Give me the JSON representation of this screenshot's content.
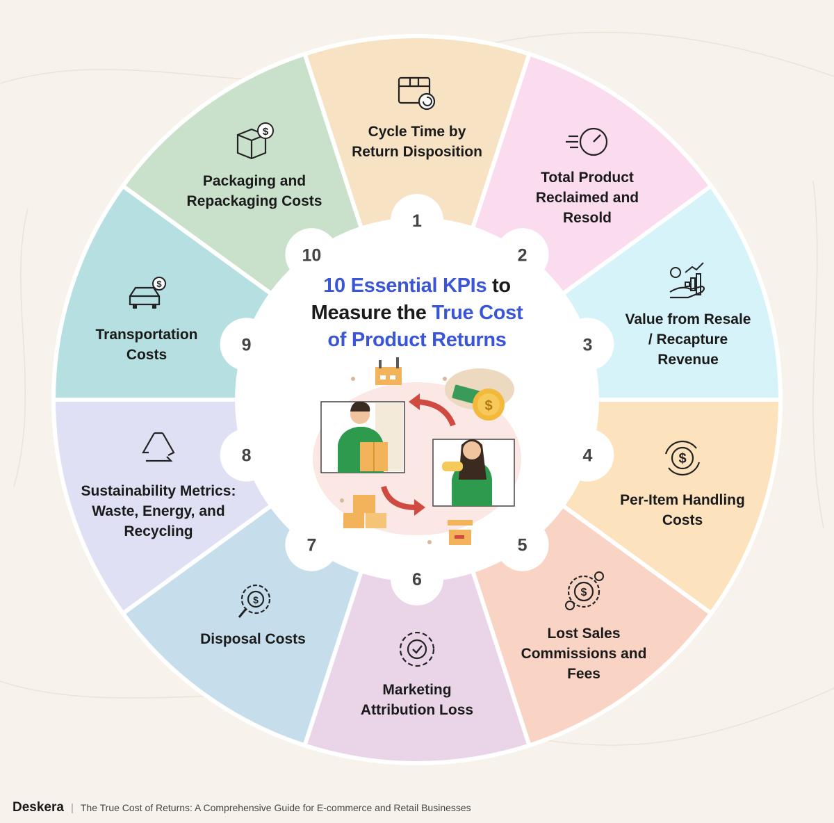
{
  "title": {
    "part1": "10 Essential KPIs",
    "part2": " to",
    "part3": "Measure the ",
    "part4": "True Cost",
    "part5": "of Product Returns"
  },
  "colors": {
    "accent": "#3a55d6",
    "arrow": "#cf4a40"
  },
  "segments": [
    {
      "number": "1",
      "lines": [
        "Cycle Time by",
        "Return Disposition"
      ],
      "icon": "box-return-icon",
      "color": "#f7e3c4"
    },
    {
      "number": "2",
      "lines": [
        "Total Product",
        "Reclaimed and",
        "Resold"
      ],
      "icon": "speedometer-icon",
      "color": "#fbdcef"
    },
    {
      "number": "3",
      "lines": [
        "Value from Resale",
        "/ Recapture",
        "Revenue"
      ],
      "icon": "growth-hand-icon",
      "color": "#d5f3f8"
    },
    {
      "number": "4",
      "lines": [
        "Per-Item Handling",
        "Costs"
      ],
      "icon": "dollar-cycle-icon",
      "color": "#fde3bd"
    },
    {
      "number": "5",
      "lines": [
        "Lost Sales",
        "Commissions and",
        "Fees"
      ],
      "icon": "coins-gear-icon",
      "color": "#f9d3c4"
    },
    {
      "number": "6",
      "lines": [
        "Marketing",
        "Attribution Loss"
      ],
      "icon": "gear-check-icon",
      "color": "#ead5e8"
    },
    {
      "number": "7",
      "lines": [
        "Disposal Costs"
      ],
      "icon": "dollar-search-icon",
      "color": "#c6deec"
    },
    {
      "number": "8",
      "lines": [
        "Sustainability Metrics:",
        "Waste, Energy, and",
        "Recycling"
      ],
      "icon": "recycle-icon",
      "color": "#dfe0f4"
    },
    {
      "number": "9",
      "lines": [
        "Transportation",
        "Costs"
      ],
      "icon": "car-dollar-icon",
      "color": "#b5dfe1"
    },
    {
      "number": "10",
      "lines": [
        "Packaging and",
        "Repackaging Costs"
      ],
      "icon": "package-dollar-icon",
      "color": "#c9e1cb"
    }
  ],
  "footer": {
    "brand": "Deskera",
    "separator": "|",
    "subtitle": "The True Cost of Returns: A Comprehensive Guide for E-commerce and Retail Businesses"
  }
}
